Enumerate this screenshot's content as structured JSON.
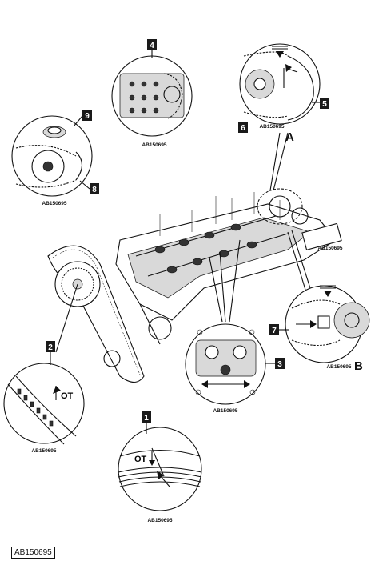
{
  "figure_id": "AB150695",
  "callouts": [
    {
      "id": "c1",
      "label": "1",
      "ref": "AB150695",
      "ot": "OT"
    },
    {
      "id": "c2",
      "label": "2",
      "ref": "AB150695",
      "ot": "OT"
    },
    {
      "id": "c3",
      "label": "3",
      "ref": "AB150695"
    },
    {
      "id": "c4",
      "label": "4",
      "ref": "AB150695"
    },
    {
      "id": "c5",
      "label": "5"
    },
    {
      "id": "c6",
      "label": "6",
      "ref": "AB150695"
    },
    {
      "id": "c7",
      "label": "7"
    },
    {
      "id": "c8",
      "label": "8",
      "ref": "AB150695"
    },
    {
      "id": "c9",
      "label": "9"
    }
  ],
  "views": [
    "A",
    "B"
  ],
  "main_ref": "AB150695"
}
